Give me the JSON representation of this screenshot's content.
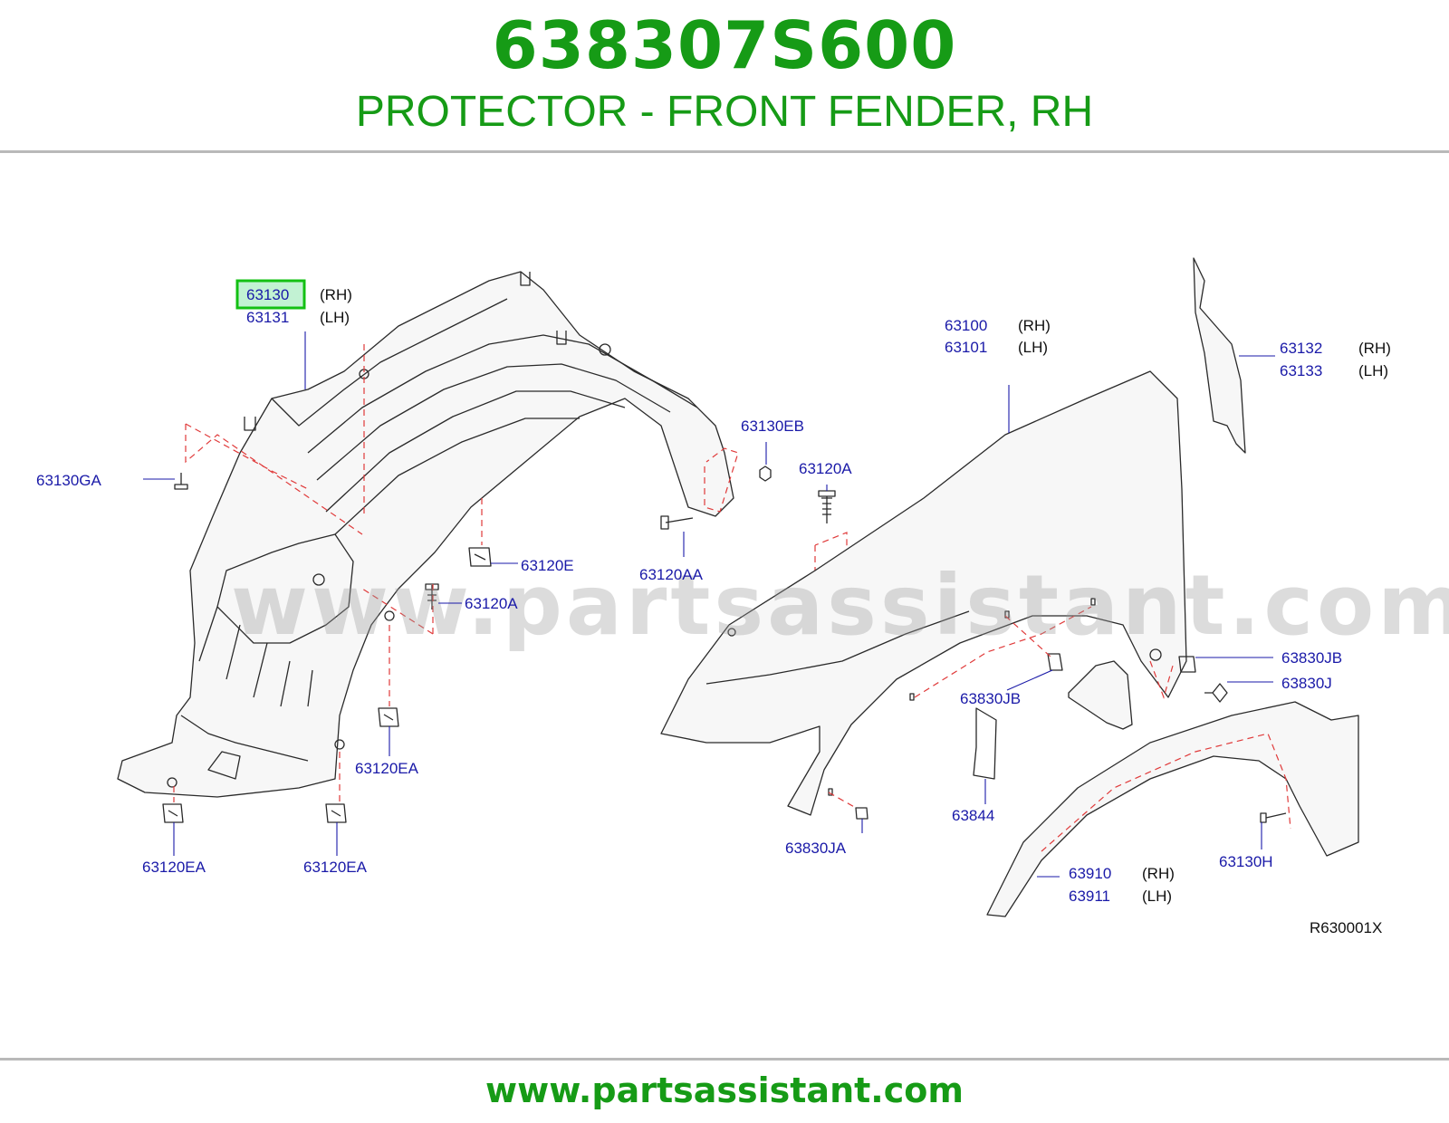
{
  "header": {
    "part_number": "638307S600",
    "part_name": "PROTECTOR - FRONT FENDER, RH"
  },
  "footer": {
    "url": "www.partsassistant.com"
  },
  "diagram": {
    "watermark": "www.partsassistant.com",
    "reference_code": "R630001X",
    "highlighted_part": "63130",
    "highlight_color": "#13c013",
    "label_color": "#1a1aa8",
    "dash_color": "#e03a3a",
    "callouts": {
      "c63130": "63130",
      "c63130_side": "(RH)",
      "c63131": "63131",
      "c63131_side": "(LH)",
      "c63130GA": "63130GA",
      "c63130EB": "63130EB",
      "c63120A_top": "63120A",
      "c63120E": "63120E",
      "c63120AA": "63120AA",
      "c63120A_mid": "63120A",
      "c63120EA_mid": "63120EA",
      "c63120EA_left": "63120EA",
      "c63120EA_right": "63120EA",
      "c63100": "63100",
      "c63100_side": "(RH)",
      "c63101": "63101",
      "c63101_side": "(LH)",
      "c63132": "63132",
      "c63132_side": "(RH)",
      "c63133": "63133",
      "c63133_side": "(LH)",
      "c63830JB_right": "63830JB",
      "c63830J": "63830J",
      "c63830JB_mid": "63830JB",
      "c63844": "63844",
      "c63830JA": "63830JA",
      "c63910": "63910",
      "c63910_side": "(RH)",
      "c63911": "63911",
      "c63911_side": "(LH)",
      "c63130H": "63130H"
    }
  }
}
